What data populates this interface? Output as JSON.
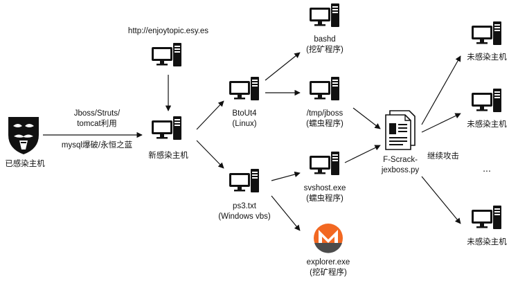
{
  "nodes": {
    "infected_host": {
      "label": "已感染主机"
    },
    "website": {
      "label": "http://enjoytopic.esy.es"
    },
    "new_host": {
      "label": "新感染主机"
    },
    "linux": {
      "line1": "BtoUt4",
      "line2": "(Linux)"
    },
    "windows": {
      "line1": "ps3.txt",
      "line2": "(Windows vbs)"
    },
    "bashd": {
      "line1": "bashd",
      "line2": "(挖矿程序)"
    },
    "jboss_worm": {
      "line1": "/tmp/jboss",
      "line2": "(蠕虫程序)"
    },
    "svshost": {
      "line1": "svshost.exe",
      "line2": "(蠕虫程序)"
    },
    "explorer": {
      "line1": "explorer.exe",
      "line2": "(挖矿程序)"
    },
    "fscrack": {
      "line1": "F-Scrack-",
      "line2": "jexboss.py"
    },
    "uninfected_1": {
      "label": "未感染主机"
    },
    "uninfected_2": {
      "label": "未感染主机"
    },
    "uninfected_3": {
      "label": "未感染主机"
    },
    "ellipsis": {
      "label": "..."
    }
  },
  "edges": {
    "exploit_line1": "Jboss/Struts/",
    "exploit_line2": "tomcat利用",
    "exploit_line3": "mysql爆破/永恒之蓝",
    "continue_attack": "继续攻击"
  },
  "icons": [
    "hacker-mask-icon",
    "computer-icon",
    "file-icon",
    "monero-icon"
  ],
  "colors": {
    "ink": "#111111",
    "monero_orange": "#f26822",
    "monero_dark": "#4c4c4c"
  }
}
